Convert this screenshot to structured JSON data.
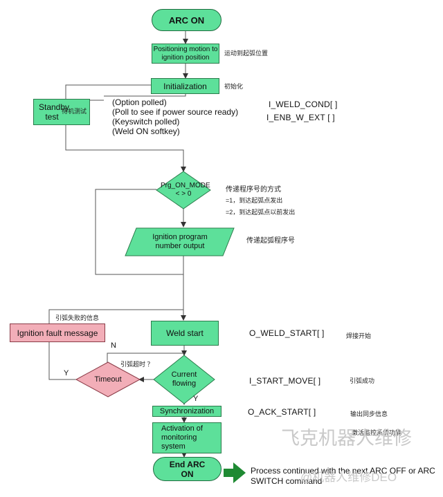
{
  "nodes": {
    "arc_on": "ARC ON",
    "positioning": "Positioning motion to ignition position",
    "positioning_zh": "运动到起弧位置",
    "initialization": "Initialization",
    "initialization_zh": "初始化",
    "standby": "Standby test",
    "standby_zh": "待机测试",
    "prg_on_mode": "Prg_ON_MODE < > 0",
    "ignition_output": "Ignition program number output",
    "ignition_output_zh": "传递起弧程序号",
    "weld_start": "Weld start",
    "weld_start_zh": "焊接开始",
    "ignition_fault": "Ignition fault message",
    "ignition_fault_zh": "引弧失败的信息",
    "timeout": "Timeout",
    "timeout_zh": "引弧超时 ？",
    "current_flowing": "Current flowing",
    "current_flowing_zh": "引弧成功",
    "synchronization": "Synchronization",
    "synchronization_zh": "输出同步信息",
    "activation": "Activation of monitoring system",
    "activation_zh": "激活监控系统功能",
    "end_arc_on": "End ARC ON"
  },
  "standby_notes": [
    "(Option polled)",
    "(Poll to see if power source ready)",
    "(Keyswitch polled)",
    "(Weld ON softkey)"
  ],
  "signals": {
    "weld_cond": "I_WELD_COND[ ]",
    "enb_w_ext": "I_ENB_W_EXT [ ]",
    "weld_start": "O_WELD_START[ ]",
    "start_move": "I_START_MOVE[ ]",
    "ack_start": "O_ACK_START[ ]"
  },
  "mode_notes": {
    "title": "传递程序号的方式",
    "opt1": "=1，到达起弧点发出",
    "opt2": "=2，到达起弧点以前发出"
  },
  "edge_labels": {
    "n": "N",
    "y1": "Y",
    "y2": "Y"
  },
  "process_note": "Process continued with the next ARC OFF or ARC SWITCH command",
  "watermark": {
    "line1": "飞克机器人维修",
    "line2": "@机器人维修DEO"
  },
  "colors": {
    "node_green": "#5de09a",
    "fault_pink": "#f2aeb8",
    "arrow_green": "#1f8a33"
  }
}
